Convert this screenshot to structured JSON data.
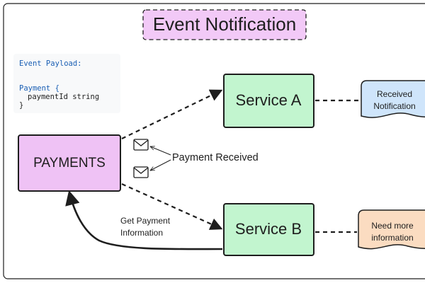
{
  "title": "Event Notification",
  "payload": {
    "heading": "Event Payload:",
    "line1": "Payment {",
    "line2": "paymentId string",
    "line3": "}"
  },
  "nodes": {
    "payments": "PAYMENTS",
    "service_a": "Service A",
    "service_b": "Service B",
    "received_line1": "Received",
    "received_line2": "Notification",
    "need_line1": "Need more",
    "need_line2": "information"
  },
  "labels": {
    "payment_received": "Payment Received",
    "get_info_line1": "Get Payment",
    "get_info_line2": "Information"
  },
  "icons": {
    "envelope": "envelope-icon"
  },
  "colors": {
    "title_fill": "#f2c9f7",
    "payments_fill": "#efc2f5",
    "service_fill": "#c2f5cf",
    "received_fill": "#cfe5fb",
    "need_fill": "#fbdcc1",
    "payload_bg": "#f8f9fa",
    "code_blue": "#1a5fb4",
    "stroke": "#1e1e1e"
  }
}
